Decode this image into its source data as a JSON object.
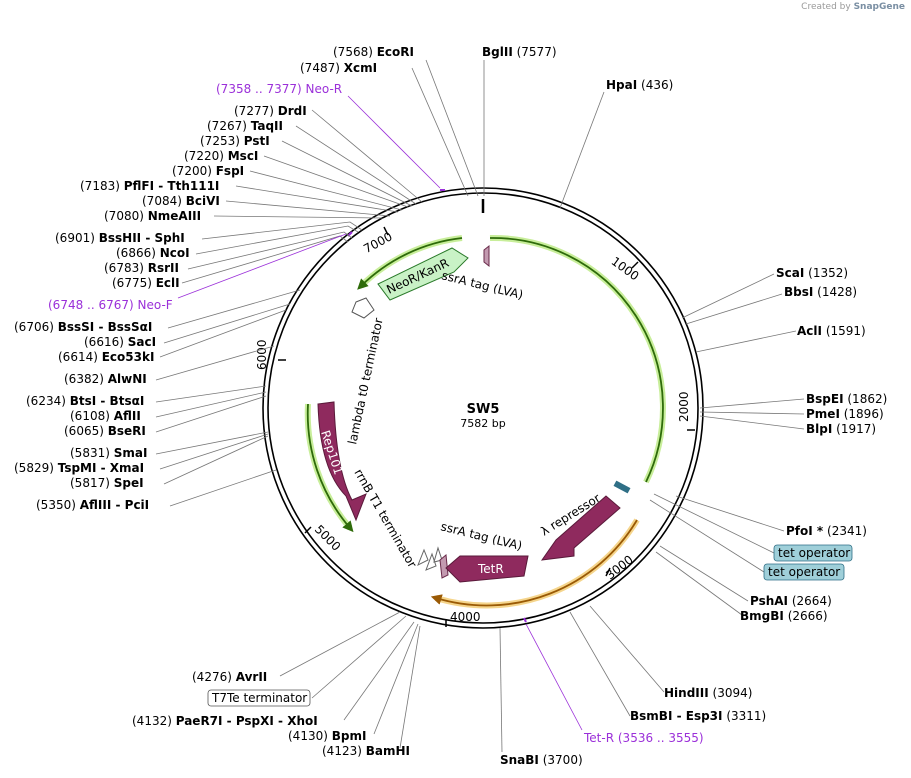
{
  "credit": {
    "prefix": "Created by",
    "brand": "SnapGene"
  },
  "plasmid": {
    "name": "SW5",
    "length": "7582 bp"
  },
  "ticks": [
    "1000",
    "2000",
    "3000",
    "4000",
    "5000",
    "6000",
    "7000"
  ],
  "enzymes": [
    {
      "pos": "(7568)",
      "name": "EcoRI"
    },
    {
      "name": "BglII",
      "pos": "(7577)"
    },
    {
      "pos": "(7487)",
      "name": "XcmI"
    },
    {
      "name": "HpaI",
      "pos": "(436)"
    },
    {
      "pos": "(7277)",
      "name": "DrdI"
    },
    {
      "pos": "(7267)",
      "name": "TaqII"
    },
    {
      "pos": "(7253)",
      "name": "PstI"
    },
    {
      "pos": "(7220)",
      "name": "MscI"
    },
    {
      "pos": "(7200)",
      "name": "FspI"
    },
    {
      "pos": "(7183)",
      "name": "PflFI - Tth111I"
    },
    {
      "pos": "(7084)",
      "name": "BciVI"
    },
    {
      "pos": "(7080)",
      "name": "NmeAIII"
    },
    {
      "pos": "(6901)",
      "name": "BssHII - SphI"
    },
    {
      "pos": "(6866)",
      "name": "NcoI"
    },
    {
      "pos": "(6783)",
      "name": "RsrII"
    },
    {
      "pos": "(6775)",
      "name": "EclI"
    },
    {
      "pos": "(6706)",
      "name": "BssSI - BssSαI"
    },
    {
      "pos": "(6616)",
      "name": "SacI"
    },
    {
      "pos": "(6614)",
      "name": "Eco53kI"
    },
    {
      "pos": "(6382)",
      "name": "AlwNI"
    },
    {
      "pos": "(6234)",
      "name": "BtsI - BtsαI"
    },
    {
      "pos": "(6108)",
      "name": "AflII"
    },
    {
      "pos": "(6065)",
      "name": "BseRI"
    },
    {
      "pos": "(5831)",
      "name": "SmaI"
    },
    {
      "pos": "(5829)",
      "name": "TspMI - XmaI"
    },
    {
      "pos": "(5817)",
      "name": "SpeI"
    },
    {
      "pos": "(5350)",
      "name": "AflIII - PciI"
    },
    {
      "name": "ScaI",
      "pos": "(1352)"
    },
    {
      "name": "BbsI",
      "pos": "(1428)"
    },
    {
      "name": "AclI",
      "pos": "(1591)"
    },
    {
      "name": "BspEI",
      "pos": "(1862)"
    },
    {
      "name": "PmeI",
      "pos": "(1896)"
    },
    {
      "name": "BlpI",
      "pos": "(1917)"
    },
    {
      "name": "PfoI *",
      "pos": "(2341)"
    },
    {
      "name": "PshAI",
      "pos": "(2664)"
    },
    {
      "name": "BmgBI",
      "pos": "(2666)"
    },
    {
      "name": "HindIII",
      "pos": "(3094)"
    },
    {
      "name": "BsmBI - Esp3I",
      "pos": "(3311)"
    },
    {
      "name": "SnaBI",
      "pos": "(3700)"
    },
    {
      "pos": "(4276)",
      "name": "AvrII"
    },
    {
      "pos": "(4132)",
      "name": "PaeR7I - PspXI - XhoI"
    },
    {
      "pos": "(4130)",
      "name": "BpmI"
    },
    {
      "pos": "(4123)",
      "name": "BamHI"
    }
  ],
  "primers": [
    {
      "pos": "(7358 .. 7377)",
      "name": "Neo-R"
    },
    {
      "pos": "(6748 .. 6767)",
      "name": "Neo-F"
    },
    {
      "name": "Tet-R",
      "pos": "(3536 .. 3555)"
    }
  ],
  "boxed_labels": [
    "tet operator",
    "tet operator",
    "T7Te terminator"
  ],
  "features": {
    "neor": "NeoR/KanR",
    "ssra_top": "ssrA tag (LVA)",
    "lambda_t0": "lambda t0 terminator",
    "rep101": "Rep101",
    "rrnb": "rrnB T1 terminator",
    "ssra_bottom": "ssrA tag (LVA)",
    "tetr": "TetR",
    "lambda_rep": "λ repressor"
  },
  "colors": {
    "feature_fill": "#8f2a5e",
    "neor_fill": "#c9f2c6",
    "orf_green": "#4a9a12",
    "orf_glow": "#c8ee9a",
    "orf_orange": "#c87a10",
    "orf_orange_glow": "#f5d58c",
    "primer": "#9b30d9",
    "operator_fill": "#9fcfd9",
    "operator_dark": "#2f6f86"
  }
}
